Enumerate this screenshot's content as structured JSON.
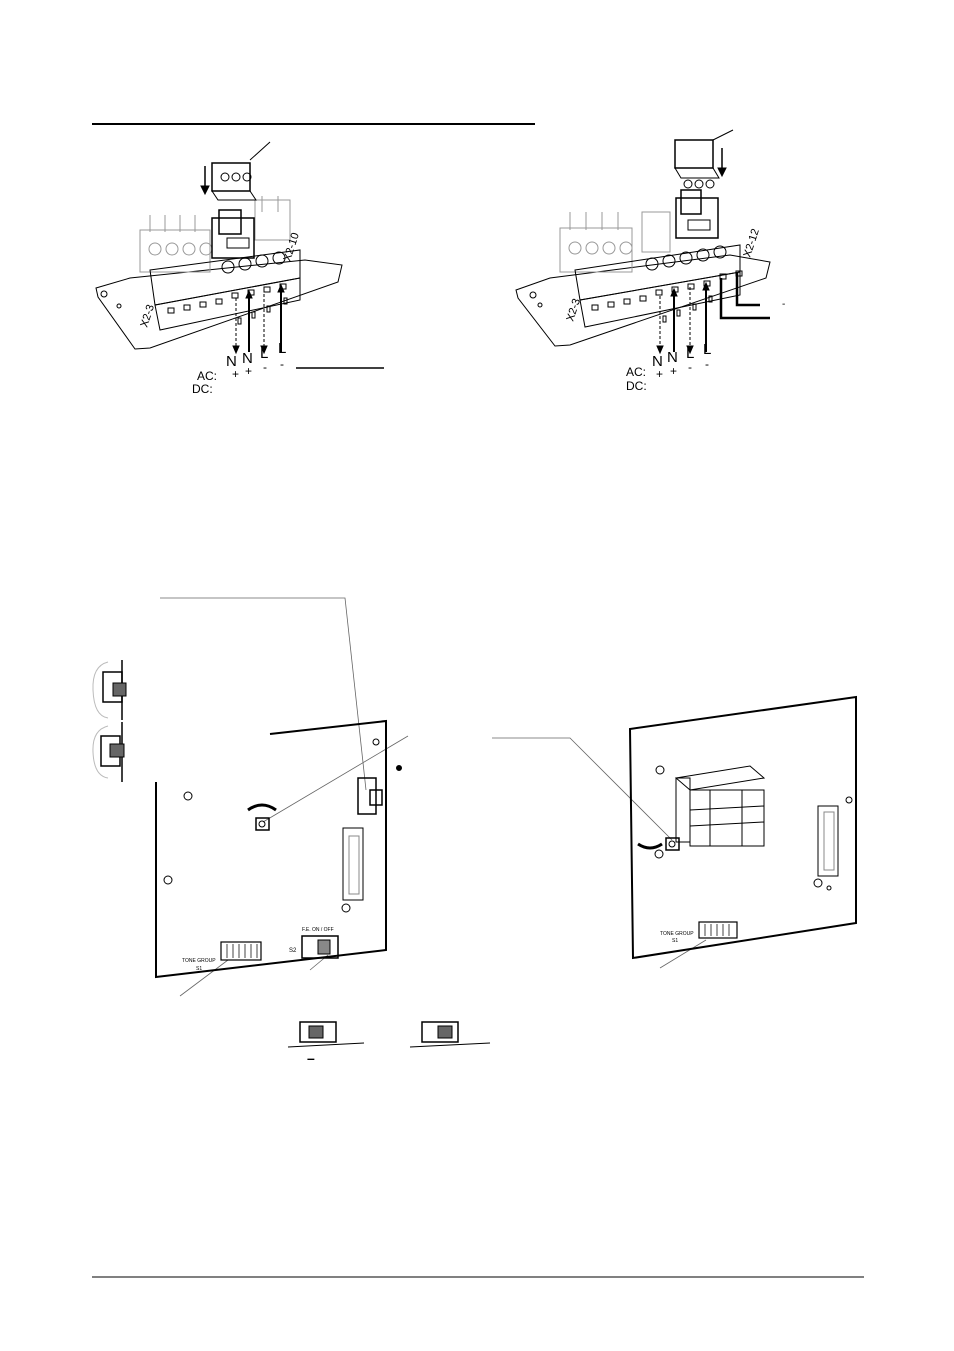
{
  "diagram_left": {
    "terminal_label": "X2-10",
    "row_label": "X2-3",
    "conductor_labels": [
      "N",
      "N",
      "L",
      "L"
    ],
    "ac_label": "AC:",
    "dc_label": "DC:",
    "ac_polarity": [
      "+",
      "+",
      "-",
      "-"
    ]
  },
  "diagram_right": {
    "terminal_label": "X2-12",
    "row_label": "X2-3",
    "conductor_labels": [
      "N",
      "N",
      "L",
      "L"
    ],
    "ac_label": "AC:",
    "dc_label": "DC:",
    "ac_polarity": [
      "+",
      "+",
      "-",
      "-"
    ],
    "extra_wire_mark": "-"
  },
  "board_left": {
    "dip_label_line1": "TONE GROUP",
    "dip_label_line2": "S1",
    "switch_label_line1": "F.E. ON / OFF",
    "switch_label_line2": "S2"
  },
  "board_right": {
    "dip_label_line1": "TONE GROUP",
    "dip_label_line2": "S1"
  },
  "slide_switch_mark": "–"
}
